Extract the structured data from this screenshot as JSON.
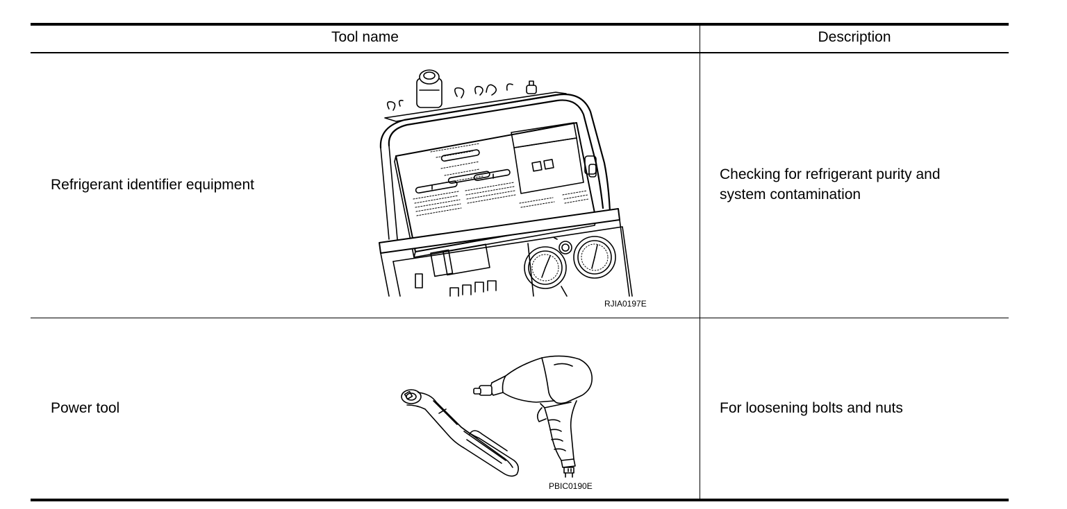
{
  "table": {
    "headers": {
      "tool_name": "Tool name",
      "description": "Description"
    },
    "rows": [
      {
        "tool_name": "Refrigerant identifier equipment",
        "description_lines": [
          "Checking for refrigerant purity and",
          "system contamination"
        ],
        "figure_code": "RJIA0197E",
        "illustration_icon": "refrigerant-identifier-illustration"
      },
      {
        "tool_name": "Power tool",
        "description_lines": [
          "For loosening bolts and nuts"
        ],
        "figure_code": "PBIC0190E",
        "illustration_icon": "power-tool-illustration"
      }
    ]
  }
}
